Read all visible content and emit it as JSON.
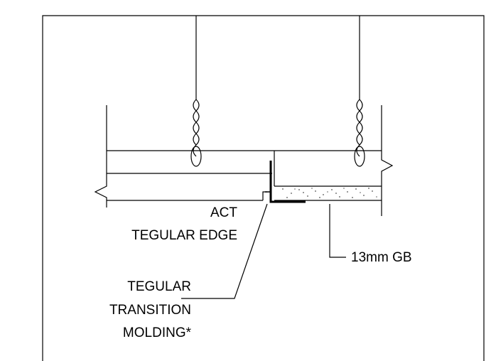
{
  "labels": {
    "act_line1": "ACT",
    "act_line2": "TEGULAR EDGE",
    "gb": "13mm GB",
    "molding_line1": "TEGULAR",
    "molding_line2": "TRANSITION",
    "molding_line3": "MOLDING*"
  },
  "colors": {
    "line": "#000000",
    "background": "#ffffff"
  }
}
